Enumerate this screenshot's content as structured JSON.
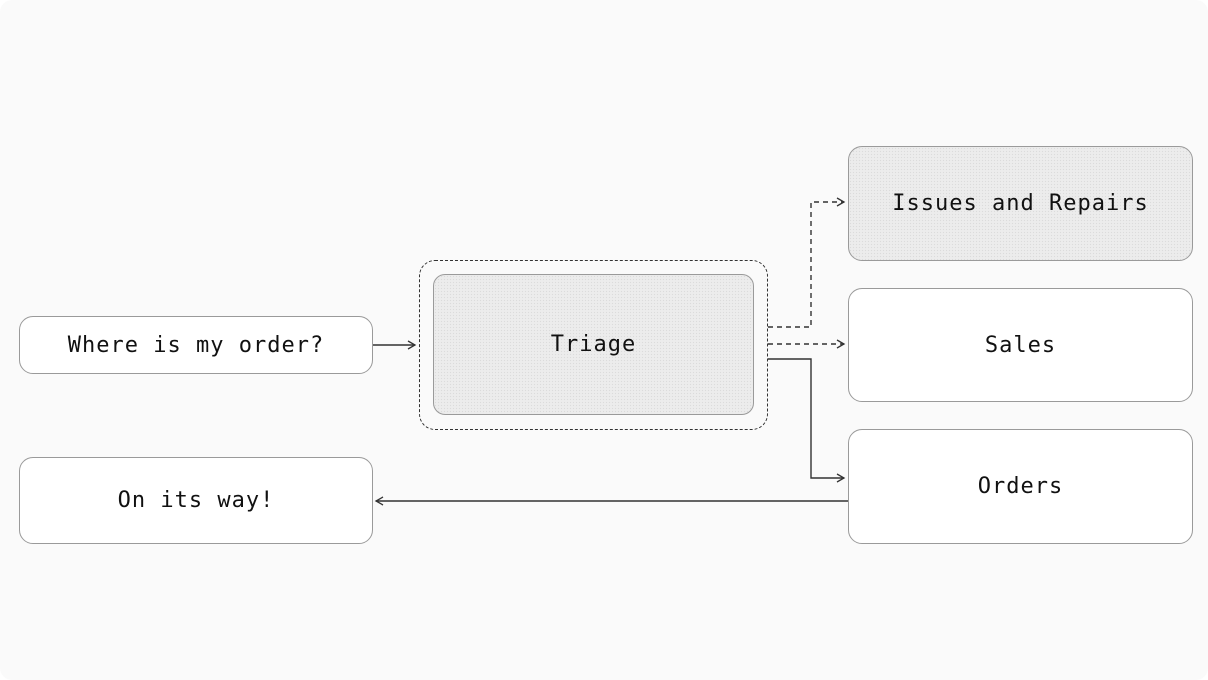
{
  "diagram": {
    "input_label": "Where is my order?",
    "triage_label": "Triage",
    "issues_label": "Issues and Repairs",
    "sales_label": "Sales",
    "orders_label": "Orders",
    "output_label": "On its way!"
  },
  "colors": {
    "background": "#fafafa",
    "node_fill": "#ffffff",
    "shaded_fill": "#ececec",
    "stroke": "#333333"
  }
}
